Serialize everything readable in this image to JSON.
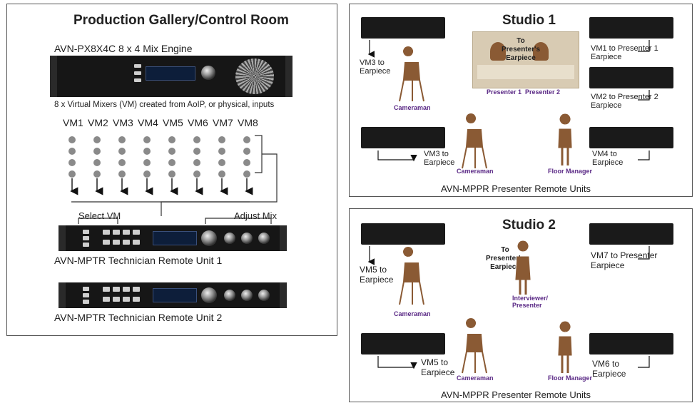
{
  "control_room": {
    "title": "Production Gallery/Control Room",
    "engine_label": "AVN-PX8X4C  8 x 4 Mix Engine",
    "engine_caption": "8 x Virtual Mixers (VM) created from AoIP, or physical, inputs",
    "vm_labels": [
      "VM1",
      "VM2",
      "VM3",
      "VM4",
      "VM5",
      "VM6",
      "VM7",
      "VM8"
    ],
    "select_vm": "Select VM",
    "adjust_mix": "Adjust Mix",
    "unit1_label": "AVN-MPTR  Technician Remote Unit 1",
    "unit2_label": "AVN-MPTR  Technician Remote Unit 2"
  },
  "studio1": {
    "title": "Studio 1",
    "footer": "AVN-MPPR Presenter Remote Units",
    "presenter_earpiece": "To Presenter's Earpiece",
    "presenter1": "Presenter 1",
    "presenter2": "Presenter 2",
    "vm3_a": "VM3 to Earpiece",
    "vm3_b": "VM3 to Earpiece",
    "vm1": "VM1 to Presenter 1 Earpiece",
    "vm2": "VM2 to Presenter 2 Earpiece",
    "vm4": "VM4 to Earpiece",
    "cameraman_a": "Cameraman",
    "cameraman_b": "Cameraman",
    "floor_manager": "Floor Manager"
  },
  "studio2": {
    "title": "Studio 2",
    "footer": "AVN-MPPR Presenter Remote Units",
    "presenter_earpiece": "To Presenter's Earpiece",
    "interviewer": "Interviewer/ Presenter",
    "vm5_a": "VM5 to Earpiece",
    "vm5_b": "VM5 to Earpiece",
    "vm7": "VM7 to Presenter Earpiece",
    "vm6": "VM6 to Earpiece",
    "cameraman_a": "Cameraman",
    "cameraman_b": "Cameraman",
    "floor_manager": "Floor Manager"
  },
  "colors": {
    "figure": "#8a5a34",
    "label_purple": "#5b2a86",
    "rack": "#161616"
  }
}
